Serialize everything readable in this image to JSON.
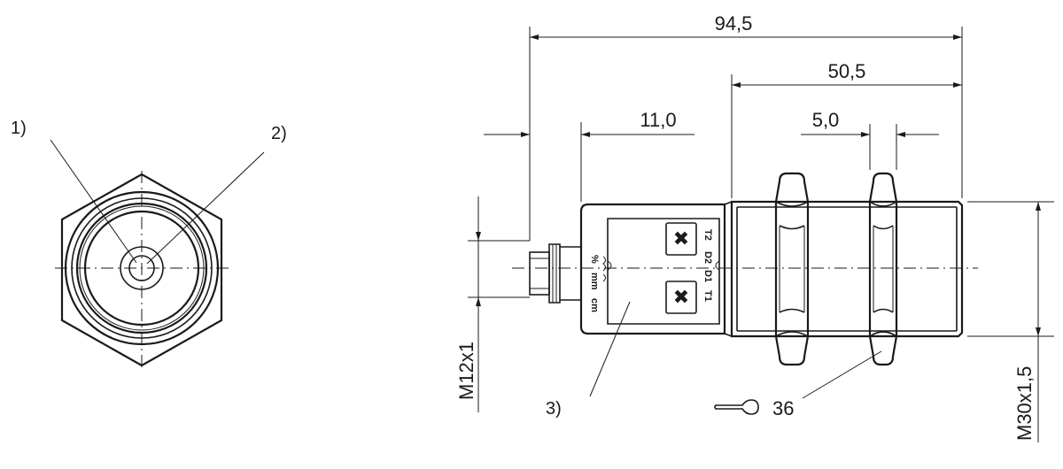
{
  "dimensions": {
    "overall_length": "94,5",
    "body_length": "50,5",
    "connector_length": "11,0",
    "nut_thickness": "5,0",
    "connector_thread": "M12x1",
    "housing_thread": "M30x1,5",
    "wrench_size": "36"
  },
  "callouts": {
    "one": "1)",
    "two": "2)",
    "three": "3)"
  },
  "labels": {
    "unit_cm": "cm",
    "unit_mm": "mm",
    "unit_percent": "%",
    "t1": "T1",
    "d1": "D1",
    "d2": "D2",
    "t2": "T2"
  },
  "icons": {
    "wrench": "wrench-icon",
    "button": "cross-button-icon"
  }
}
